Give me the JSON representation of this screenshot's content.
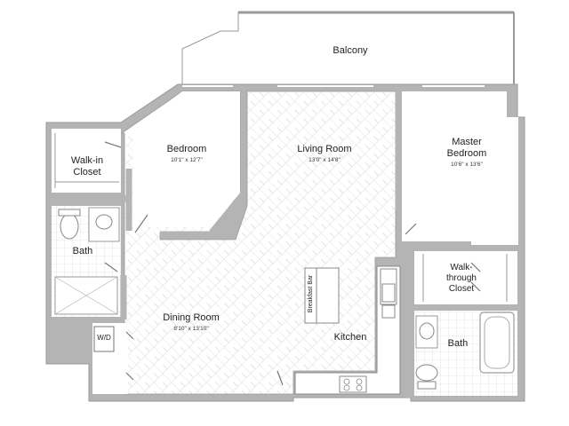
{
  "plan": {
    "rooms": {
      "balcony": {
        "name": "Balcony"
      },
      "bedroom": {
        "name": "Bedroom",
        "dims": "10'1\" x 12'7\""
      },
      "living_room": {
        "name": "Living Room",
        "dims": "13'0\" x 14'8\""
      },
      "master_bedroom": {
        "name_line1": "Master",
        "name_line2": "Bedroom",
        "dims": "10'6\" x 13'6\""
      },
      "walk_in_closet": {
        "name_line1": "Walk-in",
        "name_line2": "Closet"
      },
      "bath_left": {
        "name": "Bath"
      },
      "walk_through_closet": {
        "name_line1": "Walk-",
        "name_line2": "through",
        "name_line3": "Closet"
      },
      "dining_room": {
        "name": "Dining Room",
        "dims": "8'10\" x 13'10\""
      },
      "kitchen": {
        "name": "Kitchen"
      },
      "bath_right": {
        "name": "Bath"
      },
      "breakfast_bar": {
        "name": "Breakfast Bar"
      },
      "washer_dryer": {
        "name": "W/D"
      }
    },
    "colors": {
      "wall": "#b4b4b4",
      "wall_edge": "#9a9a9a",
      "floor_pattern": "#e4e4e4",
      "tile": "#cfcfcf",
      "text": "#222222"
    }
  }
}
